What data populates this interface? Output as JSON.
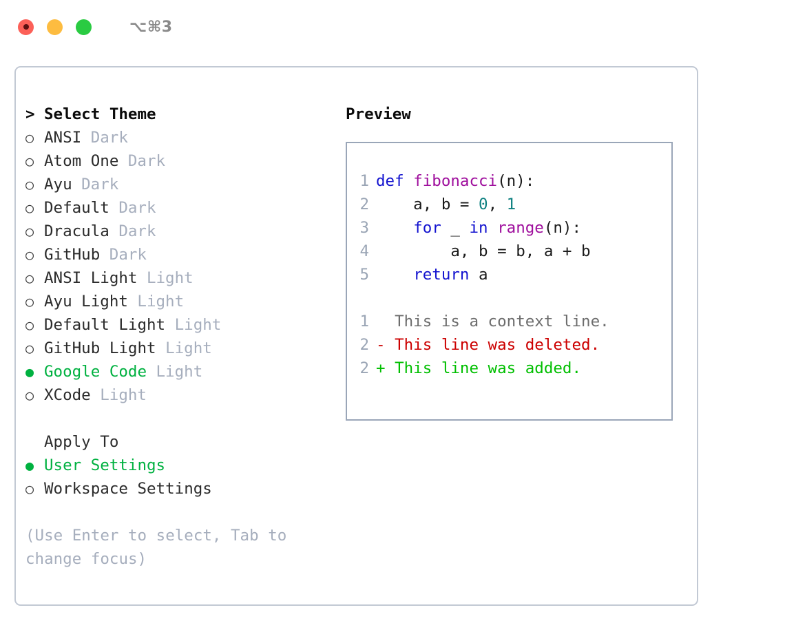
{
  "titlebar": {
    "traffic_lights": [
      {
        "name": "close-button",
        "color": "#fc6058",
        "recording": true
      },
      {
        "name": "minimize-button",
        "color": "#fdbc40",
        "recording": false
      },
      {
        "name": "maximize-button",
        "color": "#2acb42",
        "recording": false
      }
    ],
    "shortcut": "⌥⌘3"
  },
  "theme_section": {
    "header": "Select Theme",
    "header_marker": ">",
    "marker_selected": "●",
    "marker_unselected": "○",
    "items": [
      {
        "label": "ANSI",
        "tag": "Dark",
        "selected": false
      },
      {
        "label": "Atom One",
        "tag": "Dark",
        "selected": false
      },
      {
        "label": "Ayu",
        "tag": "Dark",
        "selected": false
      },
      {
        "label": "Default",
        "tag": "Dark",
        "selected": false
      },
      {
        "label": "Dracula",
        "tag": "Dark",
        "selected": false
      },
      {
        "label": "GitHub",
        "tag": "Dark",
        "selected": false
      },
      {
        "label": "ANSI Light",
        "tag": "Light",
        "selected": false
      },
      {
        "label": "Ayu Light",
        "tag": "Light",
        "selected": false
      },
      {
        "label": "Default Light",
        "tag": "Light",
        "selected": false
      },
      {
        "label": "GitHub Light",
        "tag": "Light",
        "selected": false
      },
      {
        "label": "Google Code",
        "tag": "Light",
        "selected": true
      },
      {
        "label": "XCode",
        "tag": "Light",
        "selected": false
      }
    ]
  },
  "apply_section": {
    "header": "Apply To",
    "items": [
      {
        "label": "User Settings",
        "selected": true
      },
      {
        "label": "Workspace Settings",
        "selected": false
      }
    ]
  },
  "hint": "(Use Enter to select, Tab to change focus)",
  "preview": {
    "title": "Preview",
    "code_lines": [
      {
        "number": "1",
        "tokens": [
          {
            "text": "def ",
            "type": "kw"
          },
          {
            "text": "fibonacci",
            "type": "fn"
          },
          {
            "text": "(n):",
            "type": "plain"
          }
        ]
      },
      {
        "number": "2",
        "tokens": [
          {
            "text": "    a, b = ",
            "type": "plain"
          },
          {
            "text": "0",
            "type": "num"
          },
          {
            "text": ", ",
            "type": "plain"
          },
          {
            "text": "1",
            "type": "num"
          }
        ]
      },
      {
        "number": "3",
        "tokens": [
          {
            "text": "    ",
            "type": "plain"
          },
          {
            "text": "for",
            "type": "kw"
          },
          {
            "text": " _ ",
            "type": "plain"
          },
          {
            "text": "in",
            "type": "kw"
          },
          {
            "text": " ",
            "type": "plain"
          },
          {
            "text": "range",
            "type": "fn"
          },
          {
            "text": "(n):",
            "type": "plain"
          }
        ]
      },
      {
        "number": "4",
        "tokens": [
          {
            "text": "        a, b = b, a + b",
            "type": "plain"
          }
        ]
      },
      {
        "number": "5",
        "tokens": [
          {
            "text": "    ",
            "type": "plain"
          },
          {
            "text": "return",
            "type": "kw"
          },
          {
            "text": " a",
            "type": "plain"
          }
        ]
      }
    ],
    "diff_lines": [
      {
        "number": "1",
        "sign": "  ",
        "text": "This is a context line.",
        "kind": "ctx"
      },
      {
        "number": "2",
        "sign": "- ",
        "text": "This line was deleted.",
        "kind": "del"
      },
      {
        "number": "2",
        "sign": "+ ",
        "text": "This line was added.",
        "kind": "add"
      }
    ]
  },
  "colors": {
    "accent_green": "#00b140",
    "muted": "#a6aebd",
    "keyword": "#1313cf",
    "function": "#9f0f9d",
    "number": "#0d8080",
    "diff_delete": "#cc0000",
    "diff_add": "#00bf00",
    "panel_border": "#9aa6b8",
    "window_border": "#c2c9d4"
  }
}
